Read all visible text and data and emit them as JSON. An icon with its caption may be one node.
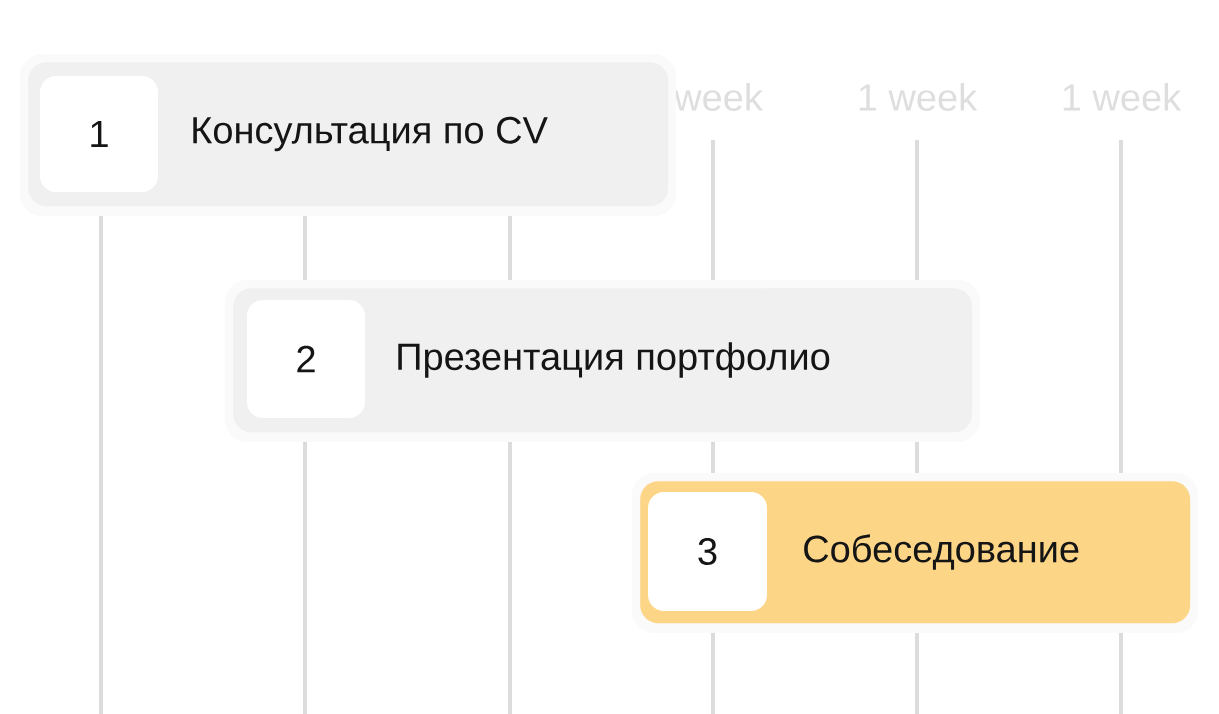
{
  "diagram": {
    "nodes": [
      {
        "text": [
          "Консультация по CV"
        ]
      },
      {
        "text": [
          "1"
        ],
        "in": 0
      },
      {
        "text": [
          "Презентация портфолио"
        ]
      },
      {
        "text": [
          "2"
        ],
        "in": 2
      },
      {
        "text": [
          "Собеседование"
        ]
      },
      {
        "text": [
          "3"
        ],
        "in": 4
      }
    ],
    "labels": [
      "week",
      "1 week",
      "1 week"
    ]
  }
}
